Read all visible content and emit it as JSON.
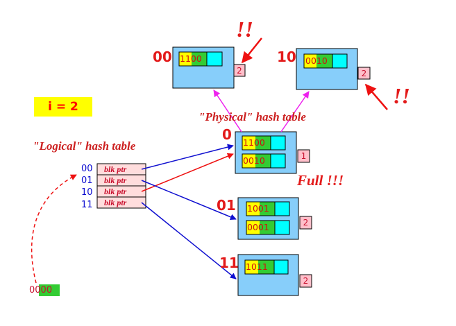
{
  "global_depth": "i = 2",
  "logical_table": {
    "title": "\"Logical\" hash table",
    "rows": [
      {
        "index": "00",
        "pointer": "blk ptr"
      },
      {
        "index": "01",
        "pointer": "blk ptr"
      },
      {
        "index": "10",
        "pointer": "blk ptr"
      },
      {
        "index": "11",
        "pointer": "blk ptr"
      }
    ]
  },
  "physical_table": {
    "title": "\"Physical\" hash table"
  },
  "buckets": [
    {
      "id": "0",
      "label": "0",
      "local_depth": "1",
      "records": [
        {
          "bits": "1100",
          "hi": "11",
          "lo": "00"
        },
        {
          "bits": "0010",
          "hi": "00",
          "lo": "10"
        }
      ],
      "note": "Full !!!"
    },
    {
      "id": "00",
      "label": "00",
      "local_depth": "2",
      "records": [
        {
          "bits": "1100",
          "hi": "11",
          "lo": "00"
        }
      ]
    },
    {
      "id": "10",
      "label": "10",
      "local_depth": "2",
      "records": [
        {
          "bits": "0010",
          "hi": "00",
          "lo": "10"
        }
      ]
    },
    {
      "id": "01",
      "label": "01",
      "local_depth": "2",
      "records": [
        {
          "bits": "1001",
          "hi": "10",
          "lo": "01"
        },
        {
          "bits": "0001",
          "hi": "00",
          "lo": "01"
        }
      ]
    },
    {
      "id": "11",
      "label": "11",
      "local_depth": "2",
      "records": [
        {
          "bits": "1011",
          "hi": "10",
          "lo": "11"
        }
      ]
    }
  ],
  "search_key": {
    "bits": "0000",
    "hi": "00",
    "lo": "00"
  },
  "exclamations": [
    "!!",
    "!!"
  ],
  "colors": {
    "bucket_fill": "#87cefa",
    "slot_fill": "#00ffff",
    "hash_bits_hi": "#ffff00",
    "hash_bits_lo": "#33cc33",
    "depth_fill": "#ffc0cb",
    "ptr_fill": "#ffdddd",
    "arrow_blue": "#1010d0",
    "arrow_red": "#ee1111",
    "arrow_magenta": "#ee22ee"
  }
}
